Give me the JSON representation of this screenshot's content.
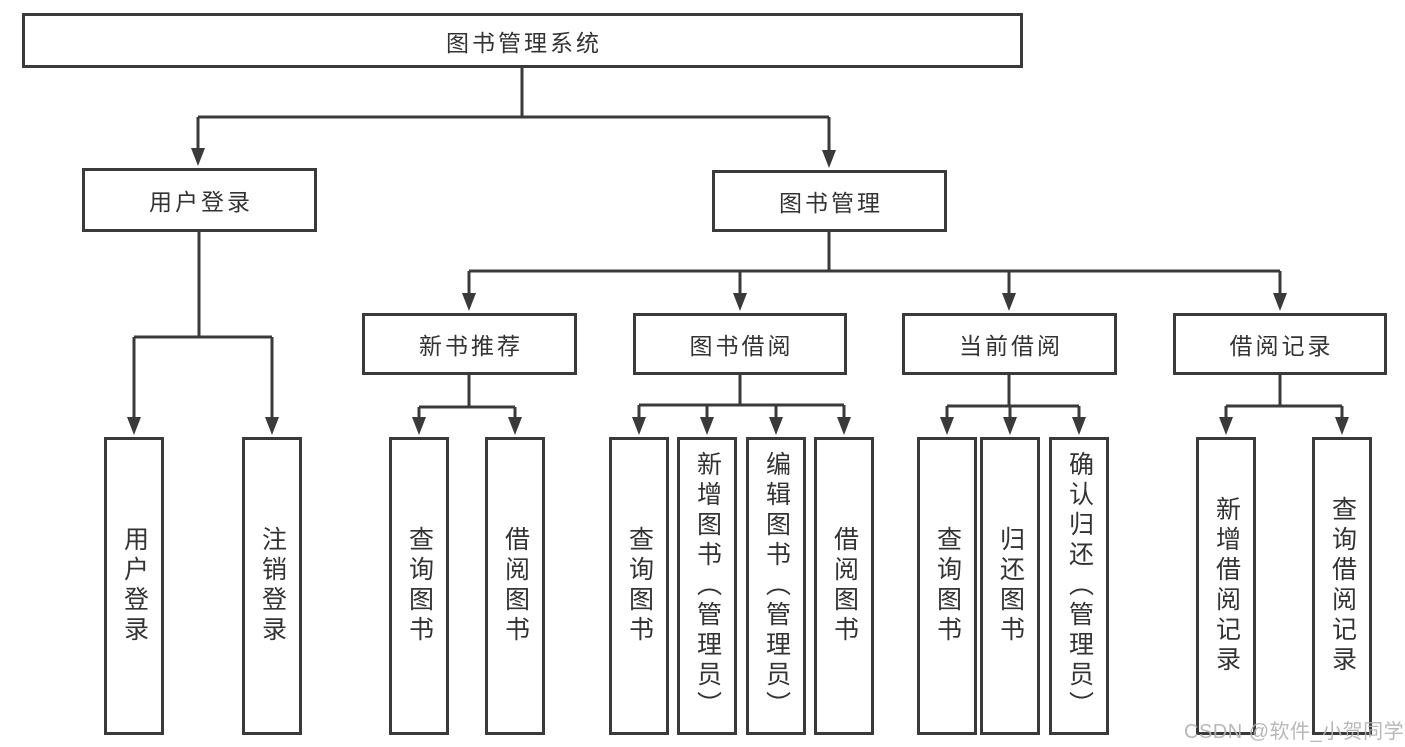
{
  "diagram": {
    "type": "hierarchy-tree",
    "colors": {
      "line": "#3a3a3a",
      "border": "#3a3a3a",
      "text": "#333333",
      "background": "#ffffff",
      "watermark": "#b3b3b3"
    },
    "nodes": {
      "root": {
        "label": "图书管理系统"
      },
      "user_login": {
        "label": "用户登录"
      },
      "book_mgmt": {
        "label": "图书管理"
      },
      "new_book_rec": {
        "label": "新书推荐"
      },
      "book_borrow": {
        "label": "图书借阅"
      },
      "current_borrow": {
        "label": "当前借阅"
      },
      "borrow_record": {
        "label": "借阅记录"
      },
      "leaves": {
        "ul_login": {
          "label": "用户登录"
        },
        "ul_logout": {
          "label": "注销登录"
        },
        "nb_query": {
          "label": "查询图书"
        },
        "nb_borrow": {
          "label": "借阅图书"
        },
        "bb_query": {
          "label": "查询图书"
        },
        "bb_add": {
          "label": "新增图书（管理员）"
        },
        "bb_edit": {
          "label": "编辑图书（管理员）"
        },
        "bb_borrow": {
          "label": "借阅图书"
        },
        "cb_query": {
          "label": "查询图书"
        },
        "cb_return": {
          "label": "归还图书"
        },
        "cb_confirm": {
          "label": "确认归还（管理员）"
        },
        "br_add": {
          "label": "新增借阅记录"
        },
        "br_query": {
          "label": "查询借阅记录"
        }
      }
    },
    "structure": {
      "图书管理系统": [
        "用户登录",
        "图书管理"
      ],
      "用户登录": [
        "用户登录",
        "注销登录"
      ],
      "图书管理": [
        "新书推荐",
        "图书借阅",
        "当前借阅",
        "借阅记录"
      ],
      "新书推荐": [
        "查询图书",
        "借阅图书"
      ],
      "图书借阅": [
        "查询图书",
        "新增图书（管理员）",
        "编辑图书（管理员）",
        "借阅图书"
      ],
      "当前借阅": [
        "查询图书",
        "归还图书",
        "确认归还（管理员）"
      ],
      "借阅记录": [
        "新增借阅记录",
        "查询借阅记录"
      ]
    },
    "watermark": {
      "text": "CSDN @软件_小贺同学"
    }
  }
}
